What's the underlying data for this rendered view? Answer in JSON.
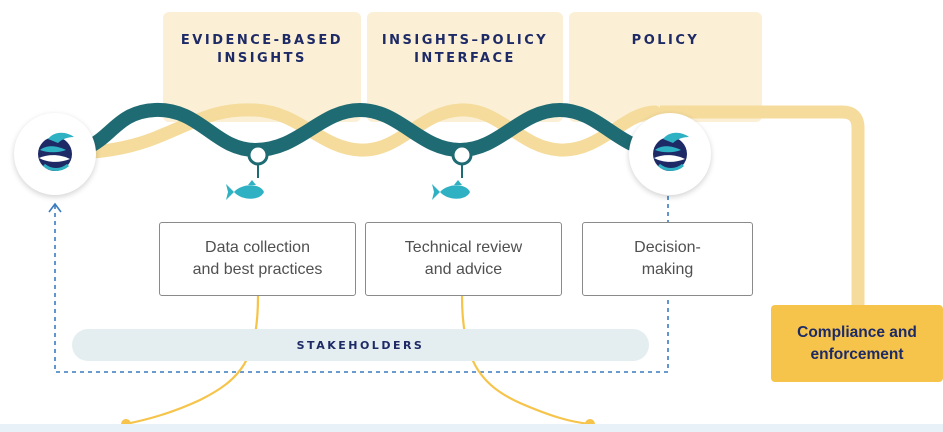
{
  "columns": [
    {
      "title_line1": "EVIDENCE-BASED",
      "title_line2": "INSIGHTS"
    },
    {
      "title_line1": "INSIGHTS–POLICY",
      "title_line2": "INTERFACE"
    },
    {
      "title_line1": "POLICY",
      "title_line2": ""
    }
  ],
  "boxes": [
    {
      "line1": "Data collection",
      "line2": "and best practices"
    },
    {
      "line1": "Technical review",
      "line2": "and advice"
    },
    {
      "line1": "Decision-",
      "line2": "making"
    }
  ],
  "stakeholders_label": "STAKEHOLDERS",
  "compliance": {
    "line1": "Compliance and",
    "line2": "enforcement"
  },
  "icons": {
    "logo": "fish-globe-logo-icon",
    "node": "fishing-hook-node-icon",
    "fish": "fish-icon"
  },
  "colors": {
    "wave_teal": "#1f6b73",
    "wave_sand": "#f5dc9c",
    "column_bg": "#fbf0d6",
    "navy": "#1e2a66",
    "accent_yellow": "#f6c44a",
    "fish_teal": "#2fb1c4",
    "dashed_blue": "#3a7bbf",
    "stakeholder_bg": "#e4eef0"
  }
}
